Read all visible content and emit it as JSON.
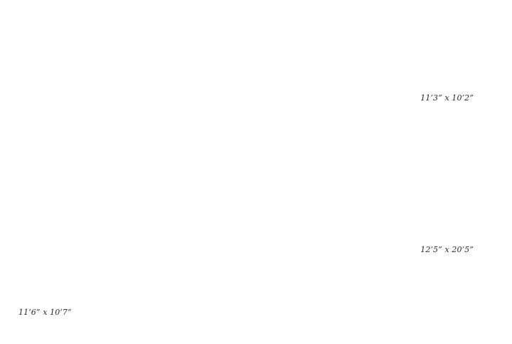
{
  "room_dimensions": [
    "11’3” x 10’2”",
    "12’5”  x  20’5”",
    "11’6” x 10’7”"
  ]
}
